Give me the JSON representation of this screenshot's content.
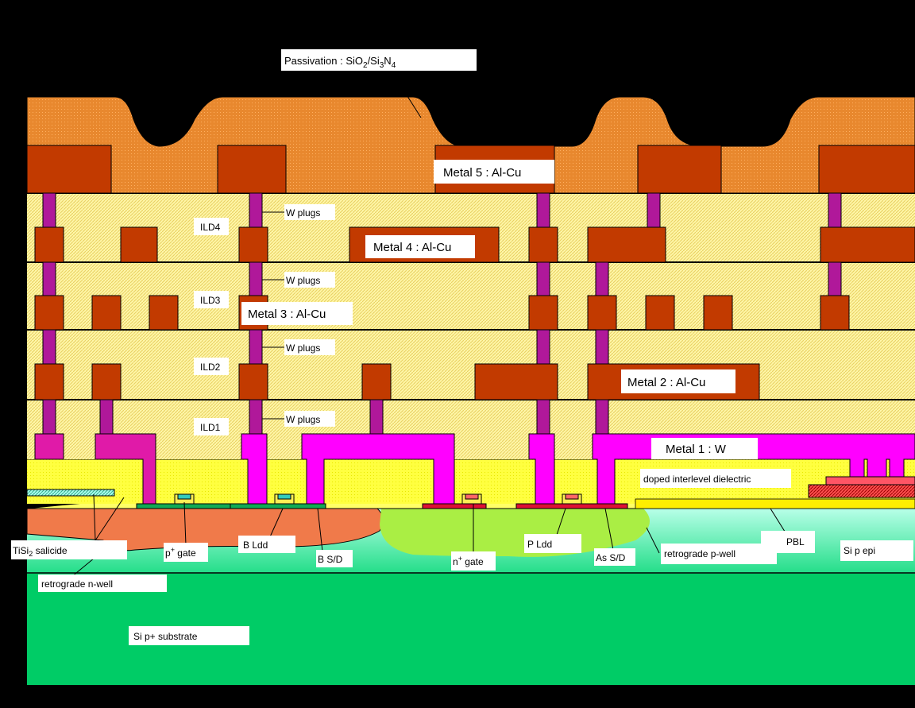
{
  "title": "",
  "labels": {
    "passivation": "Passivation : SiO2/Si3N4",
    "metal5": "Metal 5 : Al-Cu",
    "metal4": "Metal 4 : Al-Cu",
    "metal3": "Metal 3 : Al-Cu",
    "metal2": "Metal 2 : Al-Cu",
    "metal1": "Metal 1 : W",
    "ild4": "ILD4",
    "ild3": "ILD3",
    "ild2": "ILD2",
    "ild1": "ILD1",
    "wplugs": "W plugs",
    "doped_ild": "doped interlevel dielectric",
    "pbl": "PBL",
    "si_p_epi": "Si p epi",
    "tisi2": "TiSi2 salicide",
    "p_gate": "p+ gate",
    "bldd": "B Ldd",
    "bsd": "B S/D",
    "n_gate": "n+ gate",
    "pldd": "P Ldd",
    "assd": "As S/D",
    "pwell": "retrograde p-well",
    "nwell": "retrograde n-well",
    "substrate": "Si p+ substrate"
  },
  "colors": {
    "background": "#000000",
    "passivation": "#e8872e",
    "metal_al": "#c23a00",
    "ild": "#fff7a0",
    "plug": "#b0189a",
    "metal1": "#ff00ff",
    "metal1_dark": "#e01aa8",
    "doped": "#ffff33",
    "epi": "#33ee99",
    "substrate": "#00cc66",
    "nwell": "#f07a4a",
    "pwell": "#aaee44",
    "label_bg": "#ffffff"
  }
}
